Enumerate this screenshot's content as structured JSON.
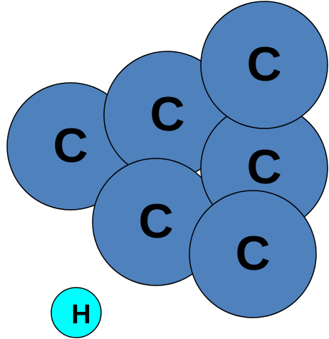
{
  "atoms": [
    {
      "element": "C",
      "color": "#4f81bd"
    },
    {
      "element": "C",
      "color": "#4f81bd"
    },
    {
      "element": "C",
      "color": "#4f81bd"
    },
    {
      "element": "C",
      "color": "#4f81bd"
    },
    {
      "element": "C",
      "color": "#4f81bd"
    },
    {
      "element": "C",
      "color": "#4f81bd"
    },
    {
      "element": "H",
      "color": "#00ffff"
    }
  ]
}
